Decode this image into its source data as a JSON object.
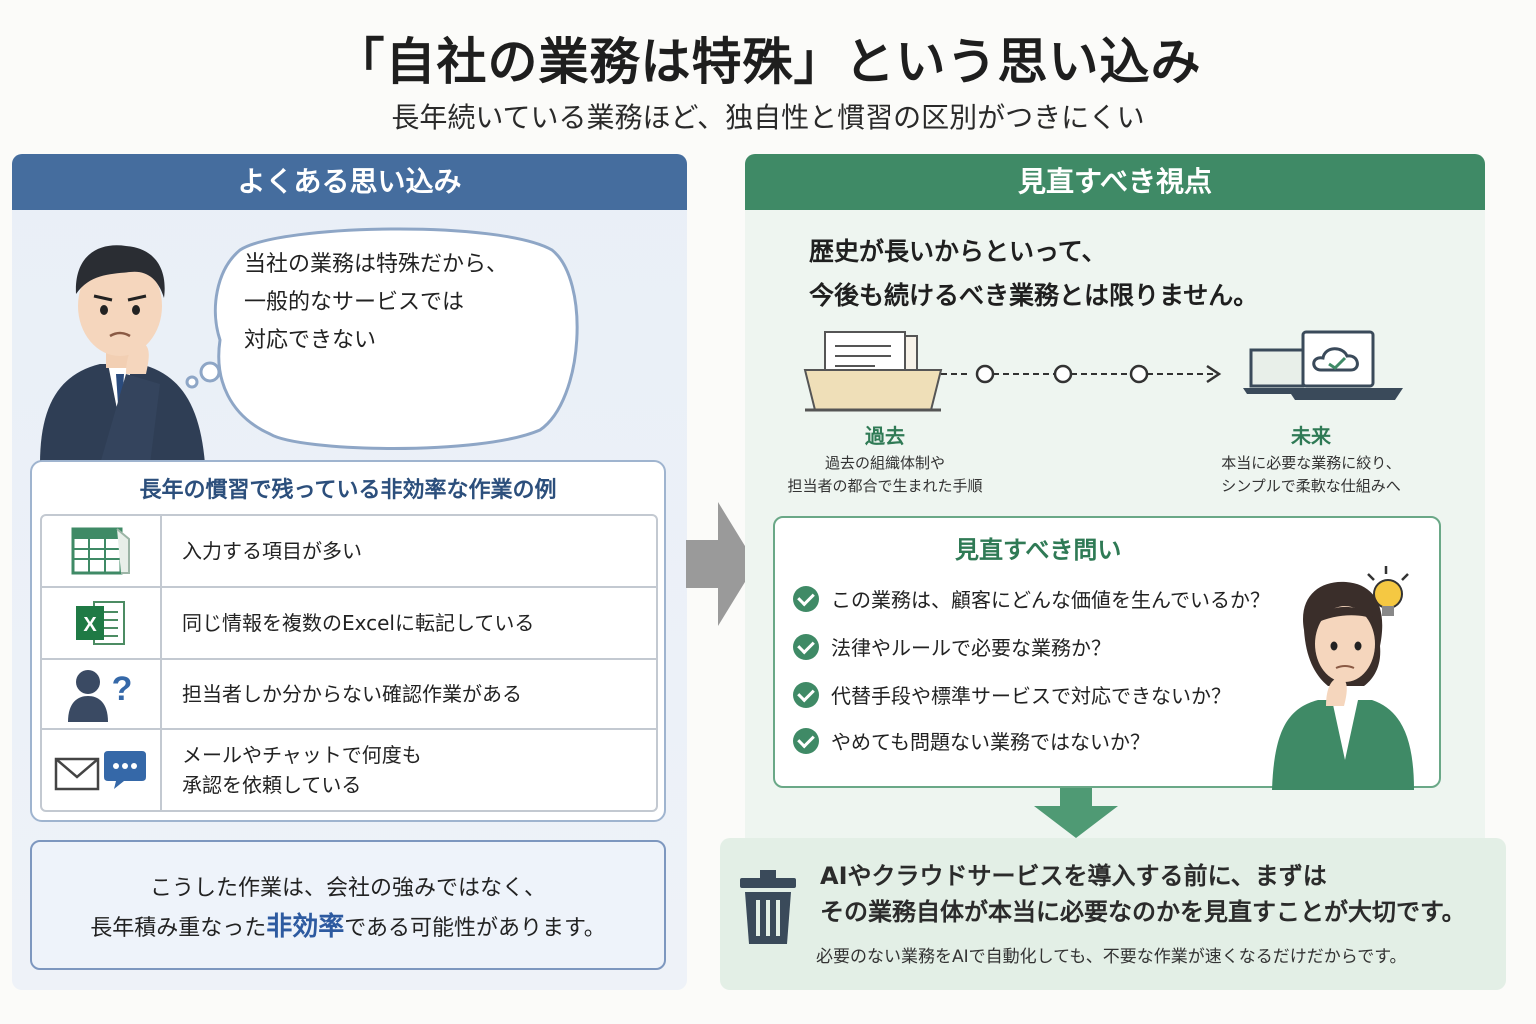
{
  "title": "「自社の業務は特殊」という思い込み",
  "subtitle": "長年続いている業務ほど、独自性と慣習の区別がつきにくい",
  "left": {
    "header": "よくある思い込み",
    "bubble_lines": [
      "当社の業務は特殊だから、",
      "一般的なサービスでは",
      "対応できない"
    ],
    "examples_title": "長年の慣習で残っている非効率な作業の例",
    "examples": [
      {
        "icon": "spreadsheet-icon",
        "lines": [
          "入力する項目が多い"
        ]
      },
      {
        "icon": "excel-icon",
        "icon_letter": "X",
        "lines": [
          "同じ情報を複数のExcelに転記している"
        ]
      },
      {
        "icon": "person-question-icon",
        "icon_mark": "?",
        "lines": [
          "担当者しか分からない確認作業がある"
        ]
      },
      {
        "icon": "mail-chat-icon",
        "lines": [
          "メールやチャットで何度も",
          "承認を依頼している"
        ]
      }
    ],
    "note_line1": "こうした作業は、会社の強みではなく、",
    "note_line2_pre": "長年積み重なった",
    "note_line2_hl": "非効率",
    "note_line2_post": "である可能性があります。"
  },
  "right": {
    "header": "見直すべき視点",
    "lead_lines": [
      "歴史が長いからといって、",
      "今後も続けるべき業務とは限りません。"
    ],
    "past": {
      "label": "過去",
      "desc": [
        "過去の組織体制や",
        "担当者の都合で生まれた手順"
      ]
    },
    "future": {
      "label": "未来",
      "desc": [
        "本当に必要な業務に絞り、",
        "シンプルで柔軟な仕組みへ"
      ]
    },
    "questions_title": "見直すべき問い",
    "questions": [
      "この業務は、顧客にどんな価値を生んでいるか？",
      "法律やルールで必要な業務か？",
      "代替手段や標準サービスで対応できないか？",
      "やめても問題ない業務ではないか？"
    ]
  },
  "bottom": {
    "main_lines": [
      "AIやクラウドサービスを導入する前に、まずは",
      "その業務自体が本当に必要なのかを見直すことが大切です。"
    ],
    "sub": "必要のない業務をAIで自動化しても、不要な作業が速くなるだけだからです。"
  },
  "colors": {
    "blue": "#456d9e",
    "green": "#3f8a66",
    "highlight": "#2d5aa0"
  }
}
